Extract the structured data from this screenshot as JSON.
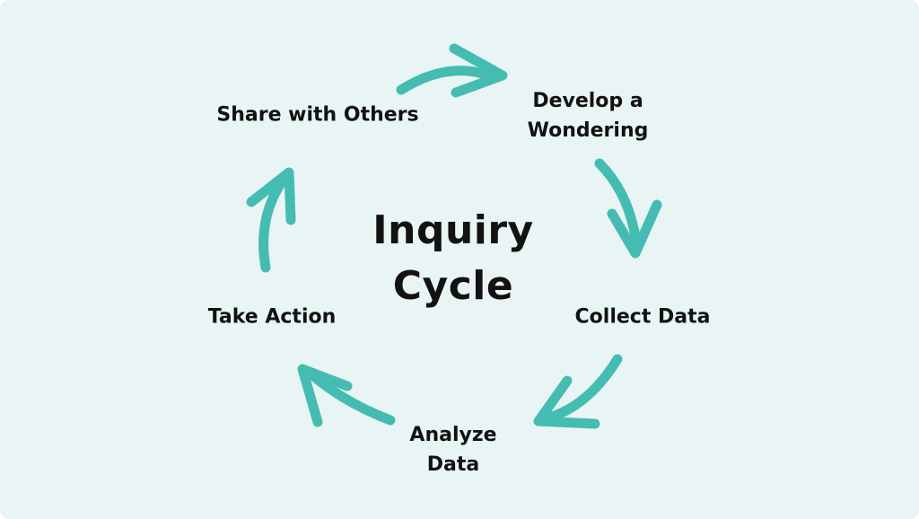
{
  "diagram": {
    "title_lines": [
      "Inquiry",
      "Cycle"
    ],
    "steps": {
      "share": {
        "label": "Share with Others"
      },
      "develop": {
        "lines": [
          "Develop a",
          "Wondering"
        ]
      },
      "collect": {
        "label": "Collect Data"
      },
      "analyze": {
        "lines": [
          "Analyze",
          "Data"
        ]
      },
      "take_action": {
        "label": "Take Action"
      }
    },
    "cycle_order": [
      "Share with Others",
      "Develop a Wondering",
      "Collect Data",
      "Analyze Data",
      "Take Action"
    ],
    "arrows": [
      {
        "from": "Share with Others",
        "to": "Develop a Wondering",
        "icon": "curved-arrow-right-icon"
      },
      {
        "from": "Develop a Wondering",
        "to": "Collect Data",
        "icon": "curved-arrow-down-icon"
      },
      {
        "from": "Collect Data",
        "to": "Analyze Data",
        "icon": "curved-arrow-down-left-icon"
      },
      {
        "from": "Analyze Data",
        "to": "Take Action",
        "icon": "curved-arrow-up-left-icon"
      },
      {
        "from": "Take Action",
        "to": "Share with Others",
        "icon": "curved-arrow-up-icon"
      }
    ]
  },
  "colors": {
    "background": "#e9f5f4",
    "arrow": "#45bcb2",
    "text": "#121212"
  }
}
